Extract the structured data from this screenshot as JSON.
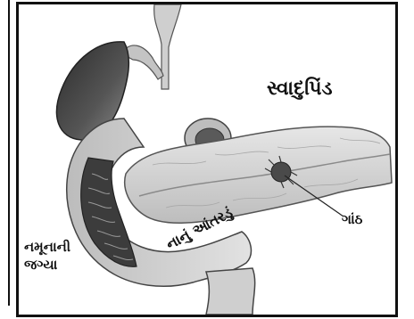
{
  "labels": {
    "pancreas": "સ્વાદુપિંડ",
    "node": "ગાંઠ",
    "sample_site_line1": "નમૂનાની",
    "sample_site_line2": "જગ્યા",
    "small_intestine": "નાનું આંતરડું"
  },
  "colors": {
    "border": "#111111",
    "organ_dark": "#3a3a3a",
    "organ_mid": "#8a8a8a",
    "organ_light": "#d4d4d4",
    "background": "#ffffff"
  }
}
